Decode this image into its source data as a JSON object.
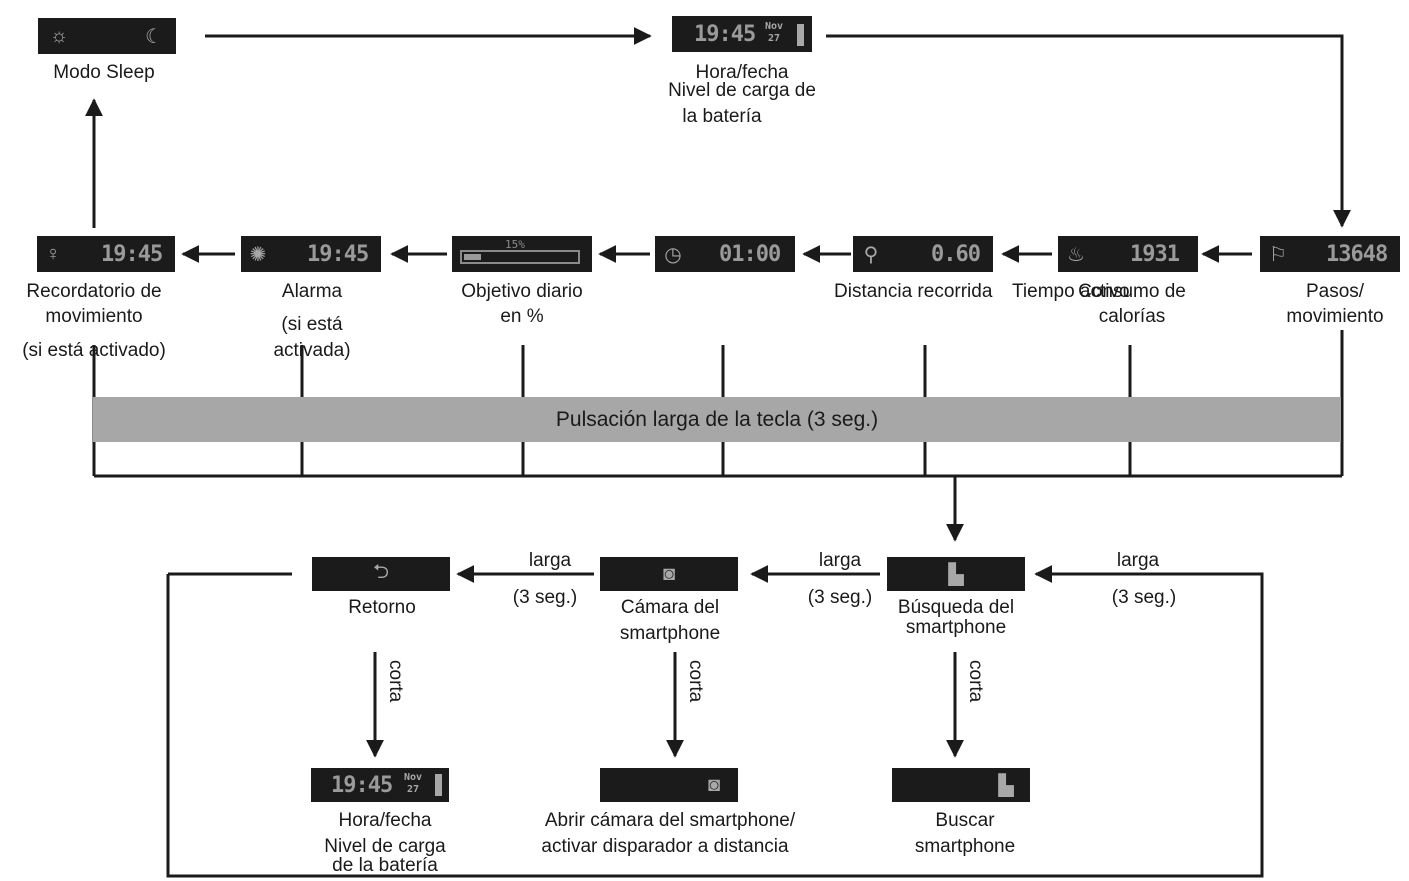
{
  "top": {
    "sleep": {
      "label": "Modo Sleep"
    },
    "time_date": {
      "clock": "19:45",
      "mon": "Nov",
      "day": "27",
      "label1": "Hora/fecha",
      "label2": "Nivel de carga de",
      "label3": "la batería"
    }
  },
  "row": {
    "reminder": {
      "value": "19:45",
      "label1": "Recordatorio de",
      "label2": "movimiento",
      "label3": "(si está activado)"
    },
    "alarm": {
      "value": "19:45",
      "label1": "Alarma",
      "label2": "(si está",
      "label3": "activada)"
    },
    "goal": {
      "pct": "15%",
      "fill_fraction": 0.15,
      "label1": "Objetivo diario",
      "label2": "en %"
    },
    "timer": {
      "value": "01:00",
      "label": "Tiempo activo"
    },
    "distance": {
      "value": "0.60",
      "label": "Distancia recorrida"
    },
    "calories": {
      "value": "1931",
      "label1": "Consumo de",
      "label2": "calorías"
    },
    "steps": {
      "value": "13648",
      "label1": "Pasos/",
      "label2": "movimiento"
    }
  },
  "band": {
    "label": "Pulsación larga de la tecla (3 seg.)"
  },
  "bottom": {
    "larga": "larga",
    "seg": "(3 seg.)",
    "corta": "corta",
    "retorno": {
      "label": "Retorno"
    },
    "camera": {
      "label1": "Cámara del",
      "label2": "smartphone"
    },
    "search": {
      "label1": "Búsqueda del",
      "label2": "smartphone"
    },
    "time_date": {
      "clock": "19:45",
      "mon": "Nov",
      "day": "27",
      "label1": "Hora/fecha",
      "label2": "Nivel de carga",
      "label3": "de la batería"
    },
    "open_camera": {
      "label1": "Abrir cámara del smartphone/",
      "label2": "activar disparador a distancia"
    },
    "find_phone": {
      "label1": "Buscar",
      "label2": "smartphone"
    }
  },
  "icons": [
    "sun-icon",
    "moon-icon",
    "bulb-icon",
    "alarm-icon",
    "stopwatch-icon",
    "location-pin-icon",
    "flame-icon",
    "walking-icon",
    "return-arrow-icon",
    "camera-icon",
    "phone-search-icon",
    "battery-icon"
  ],
  "colors": {
    "screen": "#1b1b1b",
    "screen_text": "#9a9a9a",
    "band": "#a7a7a7",
    "line": "#1a1a1a"
  }
}
